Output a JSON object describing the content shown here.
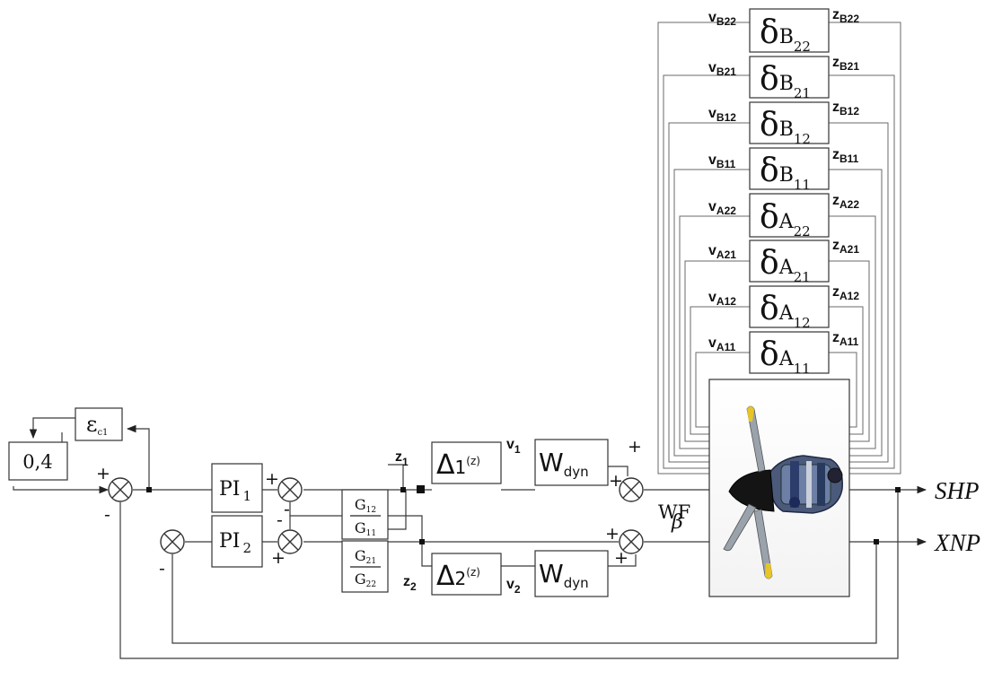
{
  "blocks": {
    "gain": "0,4",
    "eps_main": "ε",
    "eps_sub": "c1",
    "pi1_main": "PI",
    "pi1_sub": "1",
    "pi2_main": "PI",
    "pi2_sub": "2",
    "g12": "G",
    "g12_sub": "12",
    "g11": "G",
    "g11_sub": "11",
    "g21": "G",
    "g21_sub": "21",
    "g22": "G",
    "g22_sub": "22",
    "delta1_main": "Δ",
    "delta1_sub": "1",
    "delta1_arg": "(z)",
    "delta2_main": "Δ",
    "delta2_sub": "2",
    "delta2_arg": "(z)",
    "wdyn_main": "W",
    "wdyn_sub": "dyn"
  },
  "deltas": [
    {
      "base": "δ",
      "letter": "B",
      "idx": "22",
      "v_main": "v",
      "v_sub": "B22",
      "z_main": "z",
      "z_sub": "B22"
    },
    {
      "base": "δ",
      "letter": "B",
      "idx": "21",
      "v_main": "v",
      "v_sub": "B21",
      "z_main": "z",
      "z_sub": "B21"
    },
    {
      "base": "δ",
      "letter": "B",
      "idx": "12",
      "v_main": "v",
      "v_sub": "B12",
      "z_main": "z",
      "z_sub": "B12"
    },
    {
      "base": "δ",
      "letter": "B",
      "idx": "11",
      "v_main": "v",
      "v_sub": "B11",
      "z_main": "z",
      "z_sub": "B11"
    },
    {
      "base": "δ",
      "letter": "A",
      "idx": "22",
      "v_main": "v",
      "v_sub": "A22",
      "z_main": "z",
      "z_sub": "A22"
    },
    {
      "base": "δ",
      "letter": "A",
      "idx": "21",
      "v_main": "v",
      "v_sub": "A21",
      "z_main": "z",
      "z_sub": "A21"
    },
    {
      "base": "δ",
      "letter": "A",
      "idx": "12",
      "v_main": "v",
      "v_sub": "A12",
      "z_main": "z",
      "z_sub": "A12"
    },
    {
      "base": "δ",
      "letter": "A",
      "idx": "11",
      "v_main": "v",
      "v_sub": "A11",
      "z_main": "z",
      "z_sub": "A11"
    }
  ],
  "signals": {
    "z1_main": "z",
    "z1_sub": "1",
    "v1_main": "v",
    "v1_sub": "1",
    "z2_main": "z",
    "z2_sub": "2",
    "v2_main": "v",
    "v2_sub": "2",
    "wf": "WF",
    "beta": "β",
    "shp": "SHP",
    "xnp": "XNP"
  },
  "signs": {
    "plus": "+",
    "minus": "-"
  },
  "icons": {
    "engine": "turboprop-engine-icon",
    "sum": "summing-junction-icon"
  }
}
